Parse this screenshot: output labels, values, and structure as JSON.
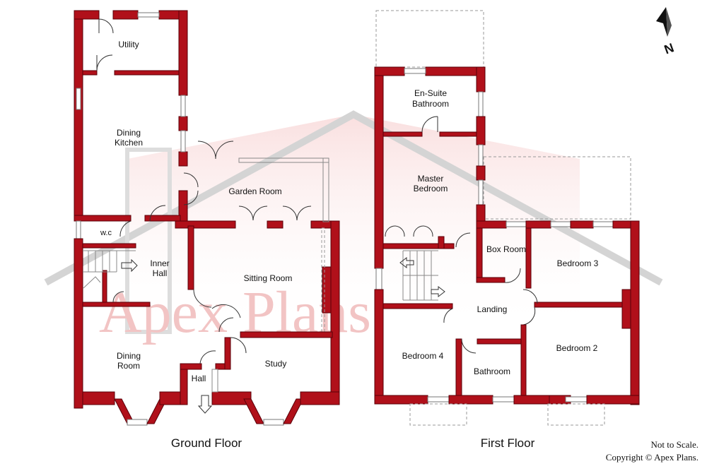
{
  "plan": {
    "ground_floor_label": "Ground Floor",
    "first_floor_label": "First Floor",
    "not_to_scale": "Not to Scale.",
    "copyright": "Copyright © Apex Plans.",
    "watermark": "Apex Plans",
    "north_label": "N",
    "ground_rooms": {
      "utility": "Utility",
      "dining_kitchen_1": "Dining",
      "dining_kitchen_2": "Kitchen",
      "garden_room": "Garden Room",
      "wc": "w.c",
      "inner_hall_1": "Inner",
      "inner_hall_2": "Hall",
      "sitting_room": "Sitting Room",
      "dining_room_1": "Dining",
      "dining_room_2": "Room",
      "study": "Study",
      "hall": "Hall"
    },
    "first_rooms": {
      "ensuite_1": "En-Suite",
      "ensuite_2": "Bathroom",
      "master_1": "Master",
      "master_2": "Bedroom",
      "box_room": "Box Room",
      "bedroom_3": "Bedroom 3",
      "landing": "Landing",
      "bedroom_4": "Bedroom 4",
      "bedroom_2": "Bedroom 2",
      "bathroom": "Bathroom"
    },
    "colors": {
      "wall": "#b0101a",
      "watermark": "#f2c4c4"
    }
  }
}
